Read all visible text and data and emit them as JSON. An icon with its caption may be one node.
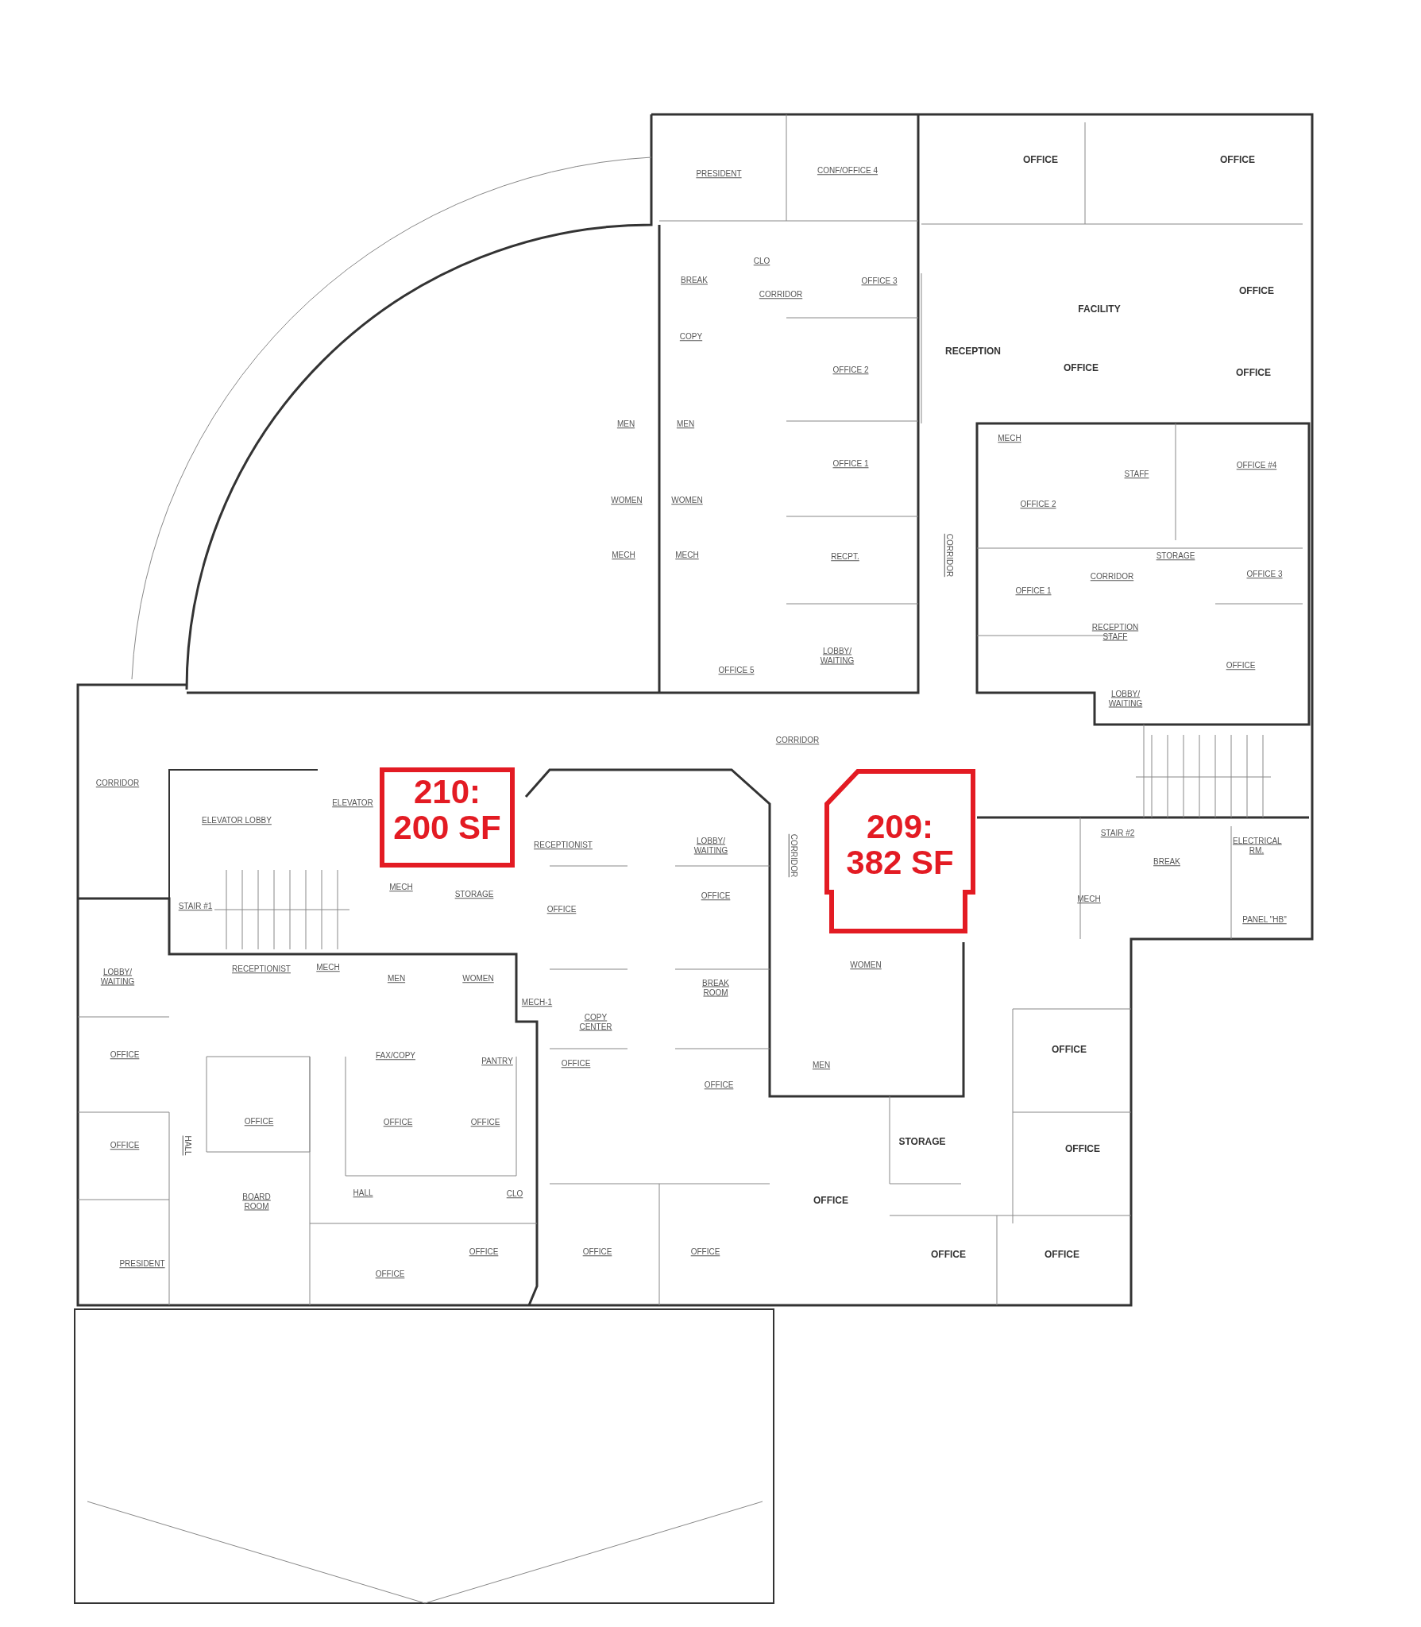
{
  "diagram": {
    "nodes": [
      {
        "text": [
          "210: 200 SF"
        ]
      },
      {
        "text": [
          "209: 382 SF"
        ]
      }
    ],
    "labels": [
      "PRESIDENT",
      "CONF/OFFICE 4",
      "OFFICE",
      "OFFICE",
      "CLO",
      "BREAK",
      "OFFICE 3",
      "CORRIDOR",
      "OFFICE",
      "FACILITY",
      "COPY",
      "OFFICE 2",
      "RECEPTION",
      "OFFICE",
      "OFFICE",
      "MEN",
      "MEN",
      "OFFICE 1",
      "MECH",
      "STAFF",
      "OFFICE #4",
      "WOMEN",
      "WOMEN",
      "OFFICE 2",
      "MECH",
      "MECH",
      "RECPT.",
      "CORRIDOR",
      "OFFICE 1",
      "CORRIDOR",
      "STORAGE",
      "OFFICE 3",
      "OFFICE 5",
      "LOBBY/ WAITING",
      "RECEPTION STAFF",
      "OFFICE",
      "LOBBY/ WAITING",
      "CORRIDOR",
      "CORRIDOR",
      "ELEVATOR LOBBY",
      "ELEVATOR",
      "RECEPTIONIST",
      "LOBBY/ WAITING",
      "CORRIDOR",
      "STAIR #2",
      "BREAK",
      "ELECTRICAL RM.",
      "STAIR #1",
      "MECH",
      "STORAGE",
      "OFFICE",
      "OFFICE",
      "MECH",
      "PANEL \"HB\"",
      "LOBBY/ WAITING",
      "RECEPTIONIST",
      "MECH",
      "MEN",
      "WOMEN",
      "BREAK ROOM",
      "WOMEN",
      "MECH-1",
      "COPY CENTER",
      "OFFICE",
      "FAX/COPY",
      "PANTRY",
      "OFFICE",
      "OFFICE",
      "MEN",
      "OFFICE",
      "OFFICE",
      "HALL",
      "OFFICE",
      "OFFICE",
      "OFFICE",
      "STORAGE",
      "OFFICE",
      "BOARD ROOM",
      "HALL",
      "CLO",
      "OFFICE",
      "PRESIDENT",
      "OFFICE",
      "OFFICE",
      "OFFICE",
      "OFFICE",
      "OFFICE",
      "OFFICE"
    ]
  }
}
